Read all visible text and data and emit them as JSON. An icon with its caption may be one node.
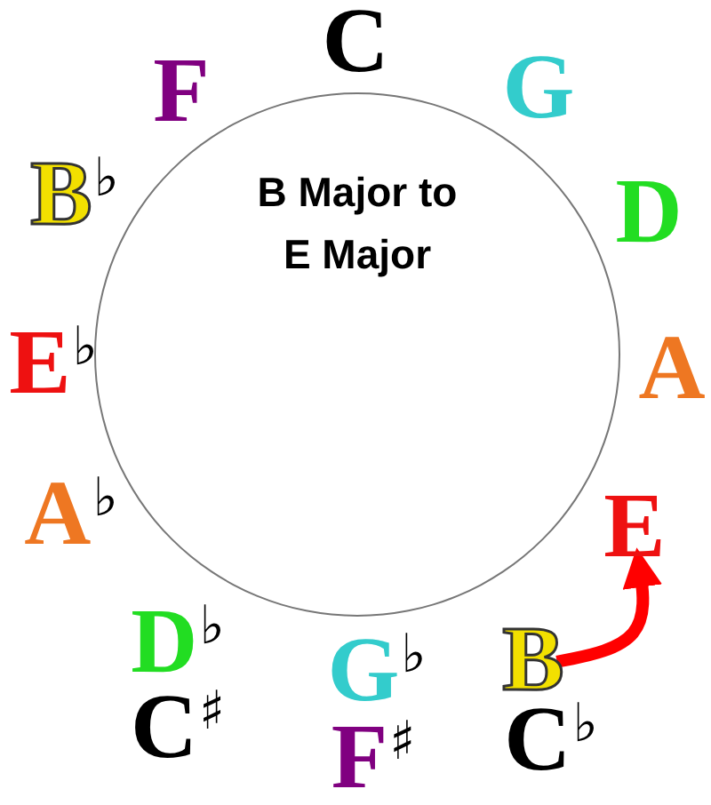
{
  "diagram": {
    "nodes": [
      {
        "text": [
          "B Major to E Major"
        ]
      },
      {
        "text": [
          "C"
        ]
      },
      {
        "text": [
          "G"
        ]
      },
      {
        "text": [
          "F"
        ]
      },
      {
        "text": [
          "B$^{♭}$"
        ]
      },
      {
        "text": [
          "D"
        ]
      },
      {
        "text": [
          "E$^{♭}$"
        ]
      },
      {
        "text": [
          "A"
        ]
      },
      {
        "text": [
          "A$^{♭}$"
        ]
      },
      {
        "text": [
          "E"
        ]
      },
      {
        "text": [
          "D$^{♭}$"
        ]
      },
      {
        "text": [
          "B"
        ]
      },
      {
        "text": [
          "G$^{♭}$"
        ]
      },
      {
        "text": [
          "C$^{♯}$"
        ]
      },
      {
        "text": [
          "C$^{♭}$"
        ]
      },
      {
        "text": [
          "F$^{♯}$"
        ]
      }
    ],
    "edges": [
      {
        "from": 11,
        "to": 9,
        "arrow": "to",
        "color": "#ff0000"
      }
    ]
  }
}
